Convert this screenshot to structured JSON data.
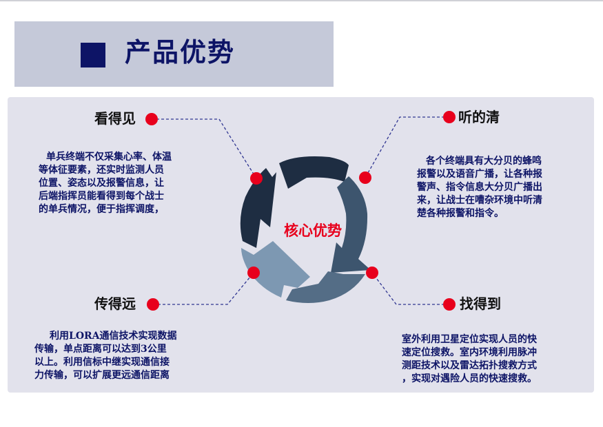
{
  "header": {
    "title": "产品优势"
  },
  "center": {
    "label": "核心优势"
  },
  "features": {
    "see": {
      "title": "看得见",
      "lines": [
        "单兵终端不仅采集心率、体温",
        "等体征要素，还实时监测人员",
        "位置、姿态以及报警信息，让",
        "后端指挥员能看得到每个战士",
        "的单兵情况，便于指挥调度，"
      ]
    },
    "hear": {
      "title": "听的清",
      "lines": [
        "各个终端具有大分贝的蜂鸣",
        "报警以及语音广播，让各种报",
        "警声、指令信息大分贝广播出",
        "来，让战士在嘈杂环境中听清",
        "楚各种报警和指令。"
      ]
    },
    "far": {
      "title": "传得远",
      "lines": [
        "利用LORA通信技术实现数据",
        "传输，单点距离可以达到3公里",
        "以上。利用信标中继实现通信接",
        "力传输，可以扩展更远通信距离"
      ]
    },
    "find": {
      "title": "找得到",
      "lines": [
        "室外利用卫星定位实现人员的快",
        "速定位搜救。室内环境利用脉冲",
        "测距技术以及雷达拓扑搜救方式",
        "，实现对遇险人员的快速搜救。"
      ]
    }
  },
  "colors": {
    "title_navy": "#0d1466",
    "marker_red": "#e8001c",
    "center_red": "#e8001c",
    "arc_dark": "#1e2d42",
    "arc_mid": "#3d556e",
    "arc_light": "#7d98b2",
    "panel_bg": "#e2e2ec",
    "title_band": "#c5c9d9"
  }
}
